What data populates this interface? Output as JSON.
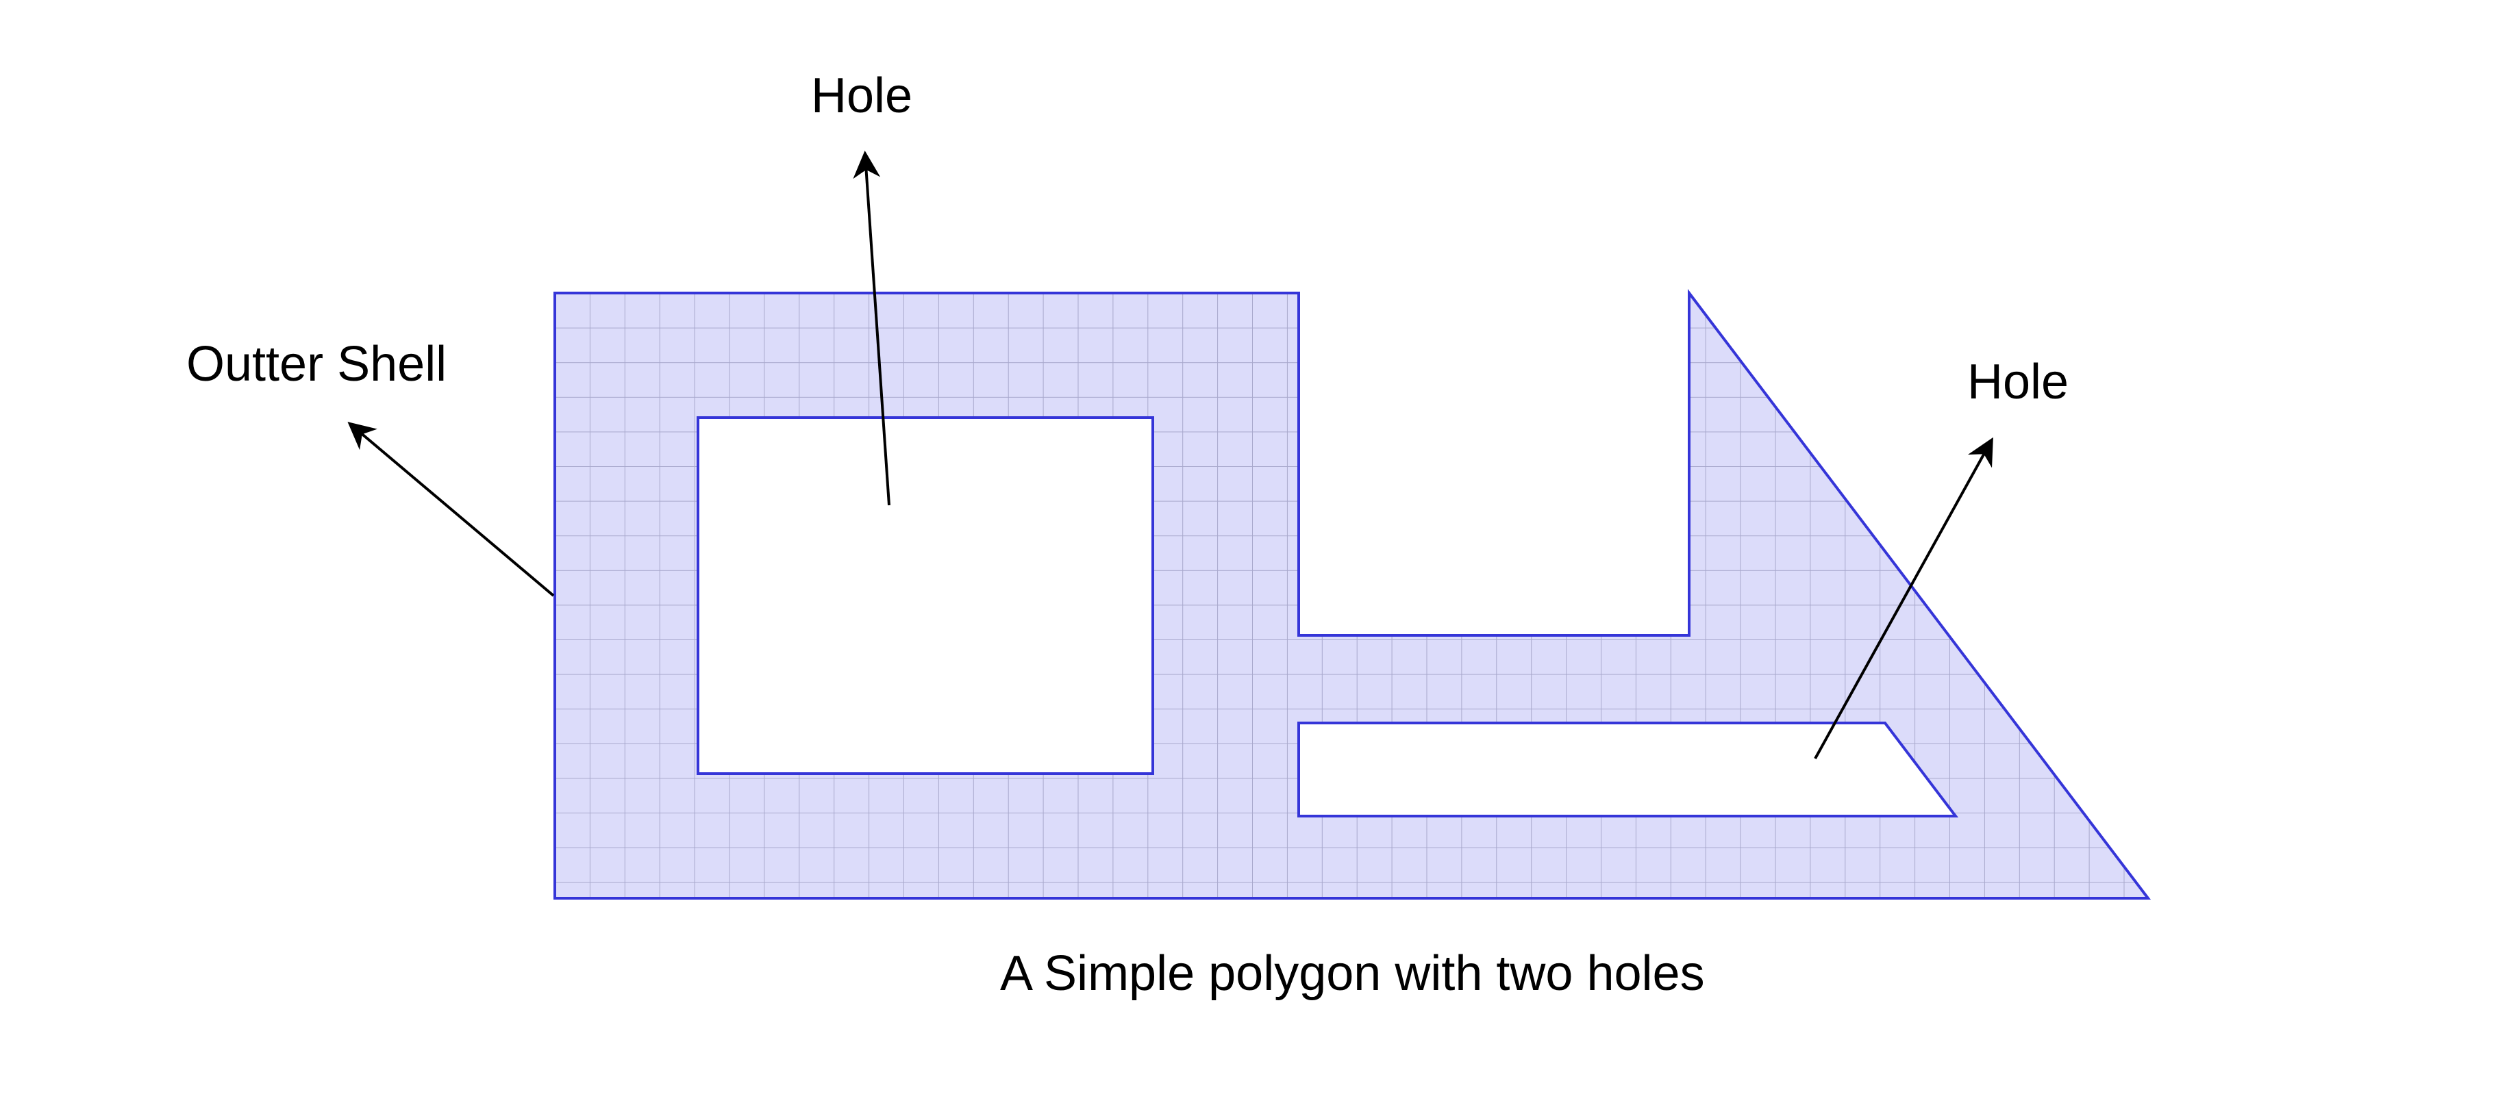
{
  "labels": {
    "outer_shell": "Outter Shell",
    "hole_top": "Hole",
    "hole_right": "Hole",
    "caption": "A Simple polygon with two holes"
  },
  "colors": {
    "polygon_fill": "#dcdcfa",
    "polygon_stroke": "#3535d8",
    "grid_line": "#a8a8cc",
    "hole_fill": "#ffffff",
    "arrow": "#000000",
    "text": "#000000"
  }
}
